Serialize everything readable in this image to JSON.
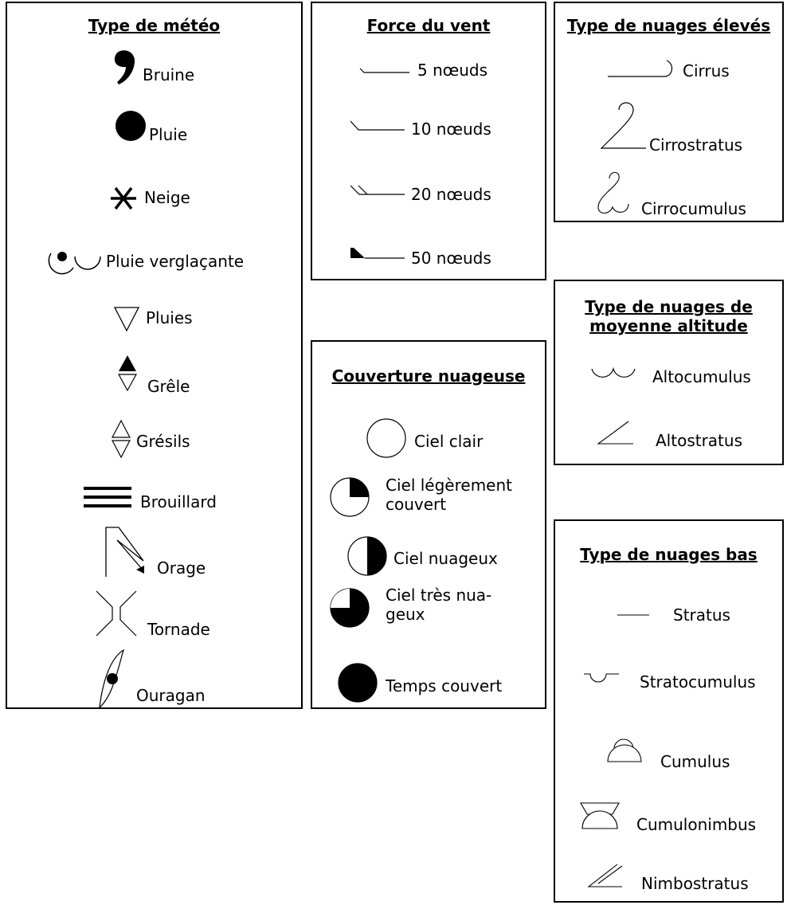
{
  "weather": {
    "title": "Type de météo",
    "items": [
      {
        "label": "Bruine",
        "icon": "drizzle-comma-icon"
      },
      {
        "label": "Pluie",
        "icon": "rain-dot-icon"
      },
      {
        "label": "Neige",
        "icon": "snow-asterisk-icon"
      },
      {
        "label": "Pluie verglaçante",
        "icon": "freezing-rain-icon"
      },
      {
        "label": "Pluies",
        "icon": "showers-triangle-icon"
      },
      {
        "label": "Grêle",
        "icon": "hail-icon"
      },
      {
        "label": "Grésils",
        "icon": "sleet-icon"
      },
      {
        "label": "Brouillard",
        "icon": "fog-lines-icon"
      },
      {
        "label": "Orage",
        "icon": "thunderstorm-icon"
      },
      {
        "label": "Tornade",
        "icon": "tornado-icon"
      },
      {
        "label": "Ouragan",
        "icon": "hurricane-icon"
      }
    ]
  },
  "wind": {
    "title": "Force du vent",
    "items": [
      {
        "label": "5 nœuds",
        "icon": "wind-5-knots-icon"
      },
      {
        "label": "10 nœuds",
        "icon": "wind-10-knots-icon"
      },
      {
        "label": "20 nœuds",
        "icon": "wind-20-knots-icon"
      },
      {
        "label": "50 nœuds",
        "icon": "wind-50-knots-icon"
      }
    ]
  },
  "cover": {
    "title": "Couverture nuageuse",
    "items": [
      {
        "label": "Ciel clair",
        "icon": "clear-sky-circle-icon",
        "fraction": 0
      },
      {
        "label": "Ciel légèrement couvert",
        "icon": "partly-cloudy-circle-icon",
        "fraction": 0.25
      },
      {
        "label": "Ciel nuageux",
        "icon": "cloudy-circle-icon",
        "fraction": 0.5
      },
      {
        "label": "Ciel très nua-geux",
        "icon": "very-cloudy-circle-icon",
        "fraction": 0.75
      },
      {
        "label": "Temps couvert",
        "icon": "overcast-circle-icon",
        "fraction": 1
      }
    ]
  },
  "high": {
    "title": "Type de nuages élevés",
    "items": [
      {
        "label": "Cirrus",
        "icon": "cirrus-icon"
      },
      {
        "label": "Cirrostratus",
        "icon": "cirrostratus-icon"
      },
      {
        "label": "Cirrocumulus",
        "icon": "cirrocumulus-icon"
      }
    ]
  },
  "mid": {
    "title": "Type de nuages de moyenne altitude",
    "items": [
      {
        "label": "Altocumulus",
        "icon": "altocumulus-icon"
      },
      {
        "label": "Altostratus",
        "icon": "altostratus-icon"
      }
    ]
  },
  "low": {
    "title": "Type de nuages bas",
    "items": [
      {
        "label": "Stratus",
        "icon": "stratus-icon"
      },
      {
        "label": "Stratocumulus",
        "icon": "stratocumulus-icon"
      },
      {
        "label": "Cumulus",
        "icon": "cumulus-icon"
      },
      {
        "label": "Cumulonimbus",
        "icon": "cumulonimbus-icon"
      },
      {
        "label": "Nimbostratus",
        "icon": "nimbostratus-icon"
      }
    ]
  }
}
